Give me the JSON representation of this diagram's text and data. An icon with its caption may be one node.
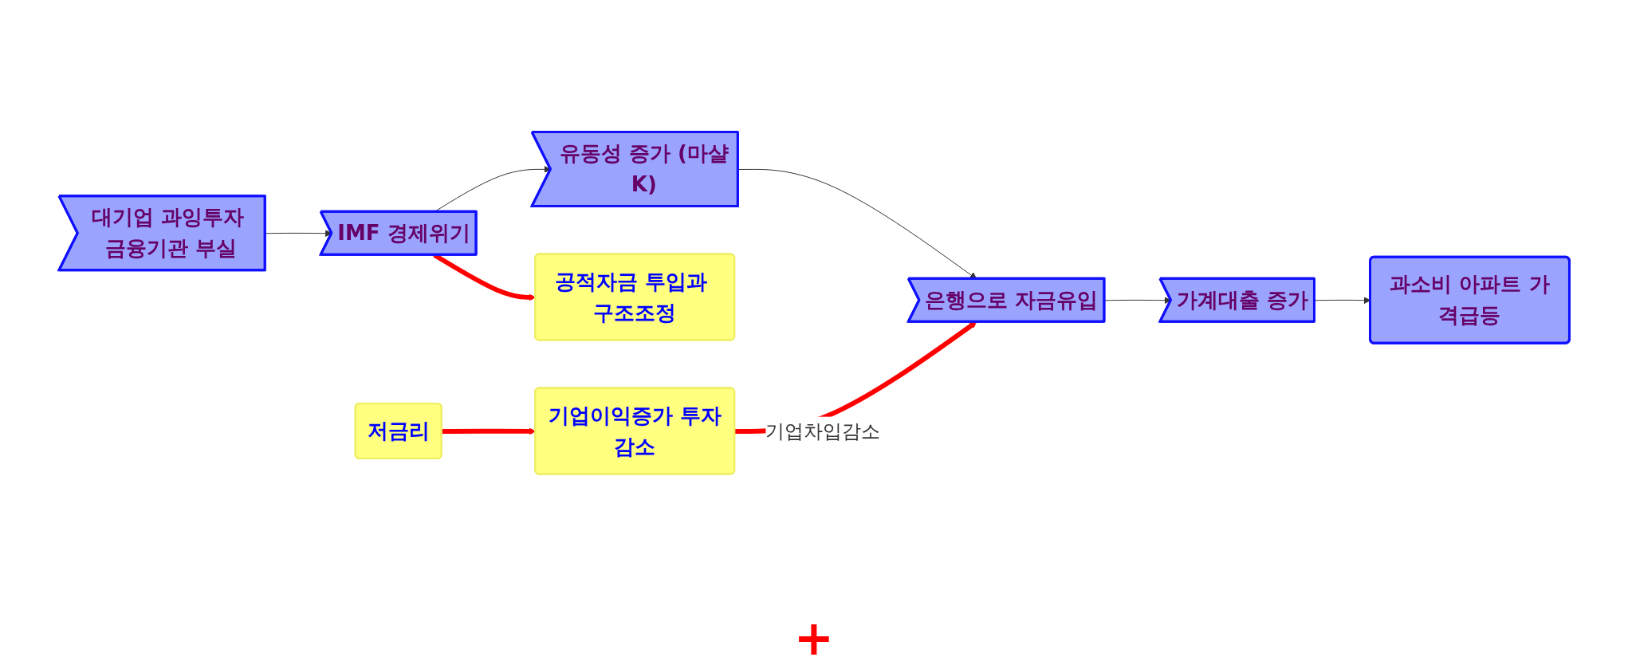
{
  "diagram": {
    "nodes": [
      {
        "text": [
          "대기업 과잉투자 금융기관 부실"
        ]
      },
      {
        "text": [
          "IMF 경제위기"
        ]
      },
      {
        "text": [
          "유동성 증가 (마샬K)"
        ]
      },
      {
        "text": [
          "은행으로 자금유입"
        ]
      },
      {
        "text": [
          "가계대출 증가"
        ]
      },
      {
        "text": [
          "과소비 아파트 가격급등"
        ]
      },
      {
        "text": [
          "공적자금 투입과 구조조정"
        ]
      },
      {
        "text": [
          "저금리"
        ]
      },
      {
        "text": [
          "기업이익증가 투자감소"
        ]
      }
    ],
    "edges": [
      {
        "from": 0,
        "to": 1,
        "arrow": "to"
      },
      {
        "from": 1,
        "to": 2,
        "arrow": "to"
      },
      {
        "from": 2,
        "to": 3,
        "arrow": "to"
      },
      {
        "from": 3,
        "to": 4,
        "arrow": "to"
      },
      {
        "from": 4,
        "to": 5,
        "arrow": "to"
      },
      {
        "from": 1,
        "to": 6,
        "arrow": "to",
        "style": "thick",
        "color": "#ff0000"
      },
      {
        "from": 7,
        "to": 8,
        "arrow": "to",
        "style": "thick",
        "color": "#ff0000"
      },
      {
        "from": 8,
        "to": 3,
        "arrow": "to",
        "label": "기업차입감소",
        "style": "thick",
        "color": "#ff0000"
      }
    ],
    "labels": [
      "+"
    ]
  }
}
